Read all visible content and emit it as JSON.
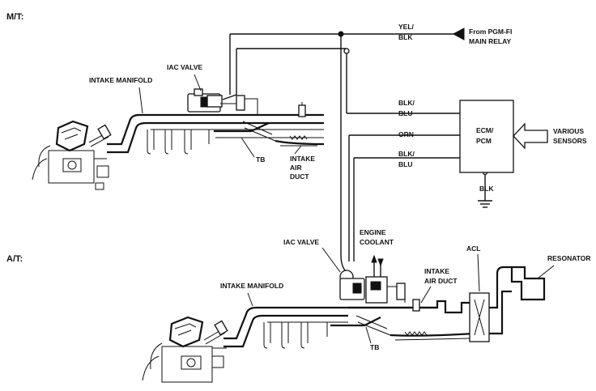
{
  "sections": {
    "mt": "M/T:",
    "at": "A/T:"
  },
  "power": {
    "wire_top": "YEL/",
    "wire_bottom": "BLK",
    "from_line1": "From PGM-FI",
    "from_line2": "MAIN RELAY"
  },
  "ecm": {
    "line1": "ECM/",
    "line2": "PCM",
    "wires": [
      {
        "top": "BLK/",
        "bottom": "BLU"
      },
      {
        "top": "ORN",
        "bottom": ""
      },
      {
        "top": "BLK/",
        "bottom": "BLU"
      }
    ],
    "ground_wire": "BLK",
    "sensors_line1": "VARIOUS",
    "sensors_line2": "SENSORS"
  },
  "mt_labels": {
    "iac_valve": "IAC VALVE",
    "intake_manifold": "INTAKE MANIFOLD",
    "tb": "TB",
    "intake_air_duct_1": "INTAKE",
    "intake_air_duct_2": "AIR",
    "intake_air_duct_3": "DUCT"
  },
  "at_labels": {
    "iac_valve": "IAC VALVE",
    "engine_coolant_1": "ENGINE",
    "engine_coolant_2": "COOLANT",
    "intake_air_duct_1": "INTAKE",
    "intake_air_duct_2": "AIR DUCT",
    "acl": "ACL",
    "resonator": "RESONATOR",
    "intake_manifold": "INTAKE MANIFOLD",
    "tb": "TB"
  }
}
